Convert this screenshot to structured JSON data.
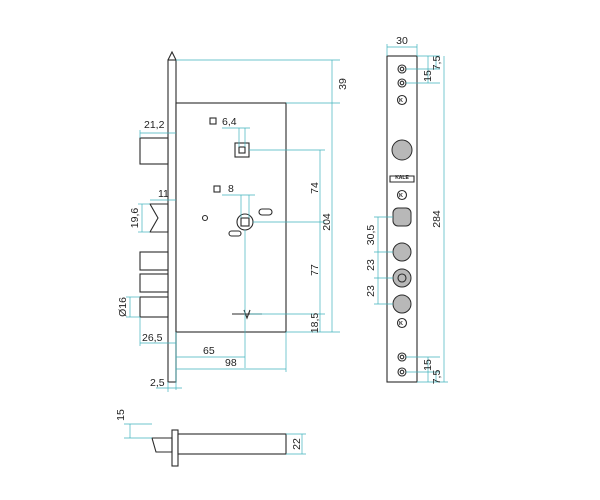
{
  "dimensions": {
    "front_width": "30",
    "top_edge_left": "15",
    "top_edge_right": "7,5",
    "total_height": "284",
    "cylinder_top_gap": "30,5",
    "cylinder_mid_gap": "23",
    "cylinder_low_gap": "23",
    "bottom_edge_left": "15",
    "bottom_edge_right": "7,5",
    "top_offset": "39",
    "spindle_square_upper": "6,4",
    "spindle_square_lower": "8",
    "bolt_projection": "21,2",
    "latch_offset": "11",
    "latch_height": "19,6",
    "bolt_diameter": "Ø16",
    "bolt_throw": "26,5",
    "backset": "65",
    "case_depth": "98",
    "faceplate_thickness": "2,5",
    "spindle_distance": "74",
    "cylinder_to_spindle": "77",
    "bottom_offset": "18,5",
    "overall_center": "204",
    "side_view_bolt": "15",
    "side_view_height": "22"
  },
  "brand": "KALE",
  "colors": {
    "dimension_line": "#3fb3bc",
    "outline": "#2b2b2b",
    "boss": "#b8b8b8"
  }
}
